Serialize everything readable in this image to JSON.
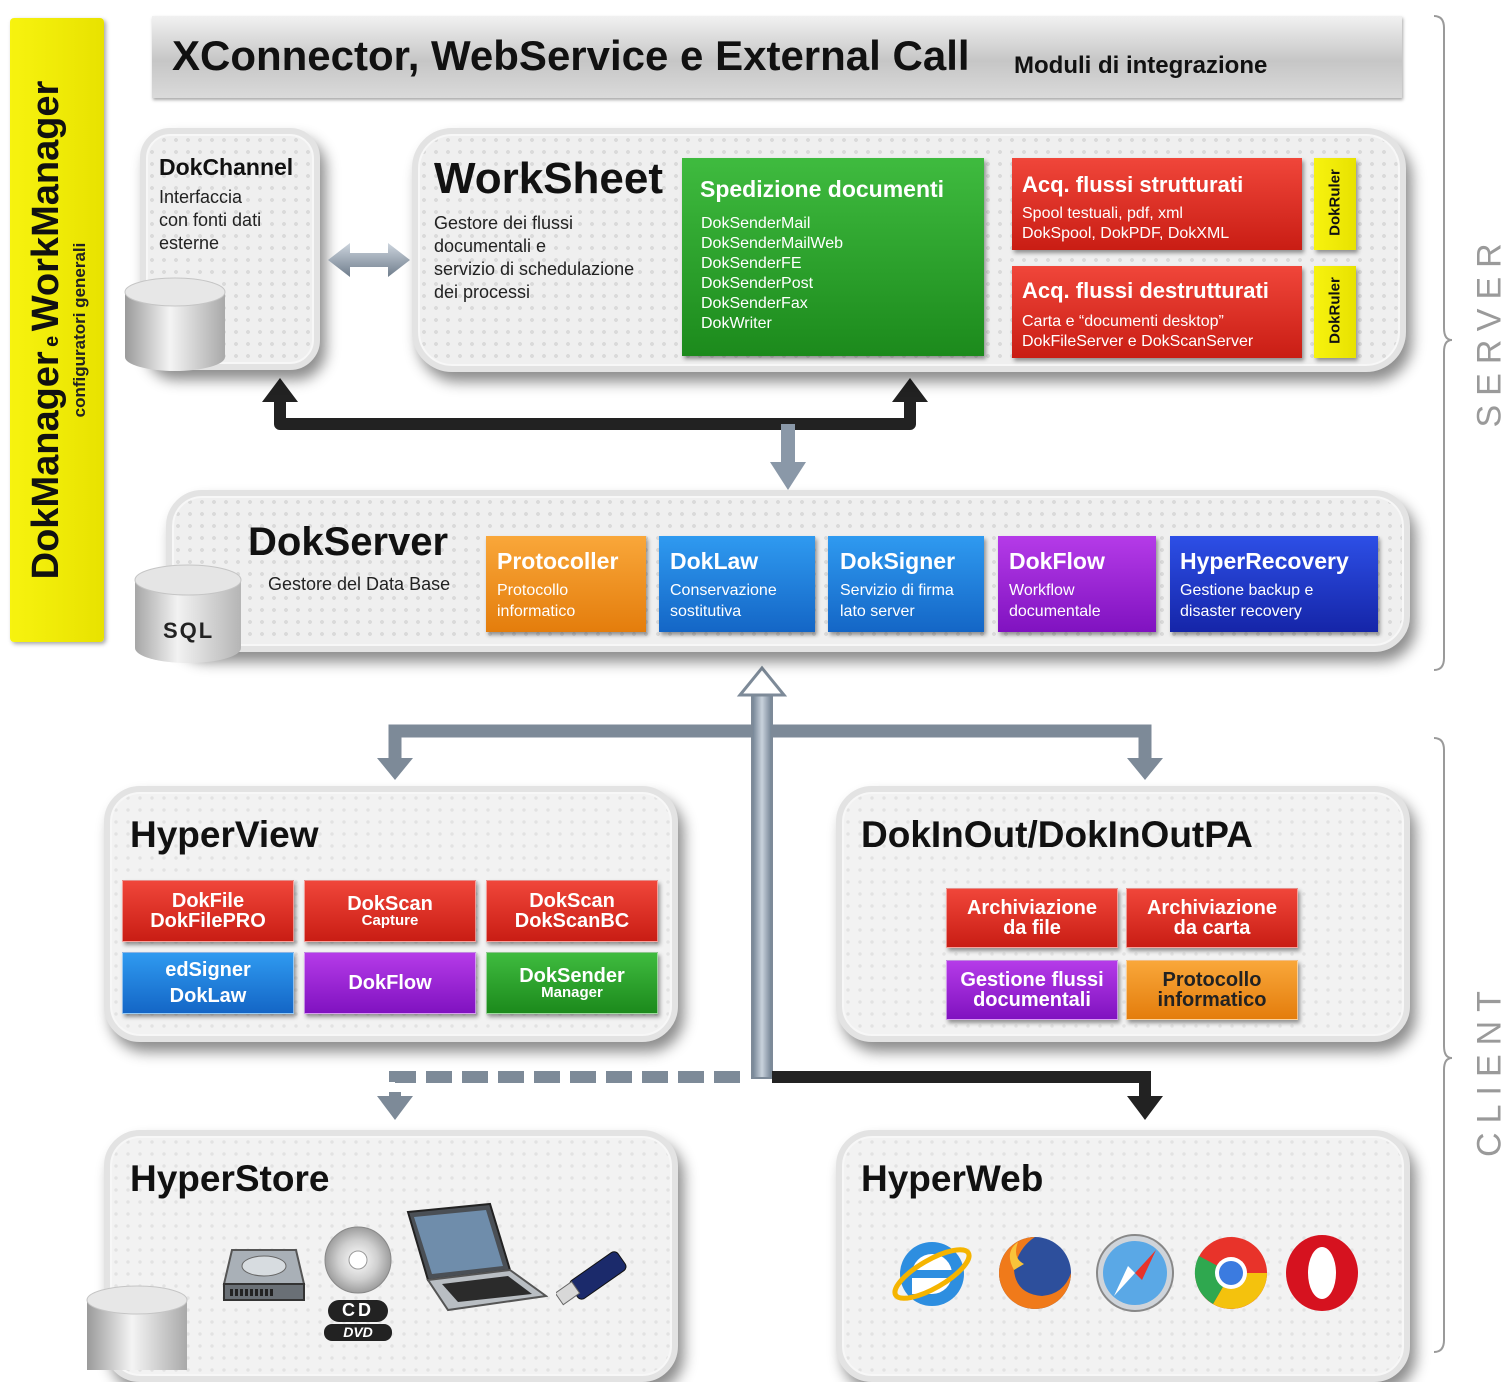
{
  "header": {
    "title": "XConnector, WebService e External Call",
    "subtitle": "Moduli di integrazione"
  },
  "side_bar": {
    "title_a": "DokManager",
    "title_e": "e",
    "title_b": "WorkManager",
    "subtitle": "configuratori generali"
  },
  "side_labels": {
    "server": "SERVER",
    "client": "CLIENT"
  },
  "dokchannel": {
    "title": "DokChannel",
    "desc": [
      "Interfaccia",
      "con fonti dati",
      "esterne"
    ]
  },
  "worksheet": {
    "title": "WorkSheet",
    "desc": [
      "Gestore dei flussi",
      "documentali e",
      "servizio di schedulazione",
      "dei processi"
    ],
    "spedizione": {
      "title": "Spedizione documenti",
      "items": [
        "DokSenderMail",
        "DokSenderMailWeb",
        "DokSenderFE",
        "DokSenderPost",
        "DokSenderFax",
        "DokWriter"
      ]
    },
    "acq_strutturati": {
      "title": "Acq. flussi strutturati",
      "lines": [
        "Spool testuali, pdf, xml",
        "DokSpool, DokPDF, DokXML"
      ]
    },
    "acq_destrutturati": {
      "title": "Acq. flussi destrutturati",
      "lines": [
        "Carta e “documenti desktop”",
        "DokFileServer e DokScanServer"
      ]
    },
    "dokruler": "DokRuler"
  },
  "dokserver": {
    "title": "DokServer",
    "desc": "Gestore del Data Base",
    "sql": "SQL",
    "modules": [
      {
        "title": "Protocoller",
        "lines": [
          "Protocollo",
          "informatico"
        ],
        "color": "#f29a26"
      },
      {
        "title": "DokLaw",
        "lines": [
          "Conservazione",
          "sostitutiva"
        ],
        "color": "#2187e0"
      },
      {
        "title": "DokSigner",
        "lines": [
          "Servizio di firma",
          "lato server"
        ],
        "color": "#2187e0"
      },
      {
        "title": "DokFlow",
        "lines": [
          "Workflow",
          "documentale"
        ],
        "color": "#9e25d6"
      },
      {
        "title": "HyperRecovery",
        "lines": [
          "Gestione backup e",
          "disaster recovery"
        ],
        "color": "#1f3bd0"
      }
    ]
  },
  "hyperview": {
    "title": "HyperView",
    "buttons": [
      {
        "l1": "DokFile",
        "l2": "DokFilePRO"
      },
      {
        "l1": "DokScan",
        "l2": "Capture"
      },
      {
        "l1": "DokScan",
        "l2": "DokScanBC"
      },
      {
        "l1": "edSigner",
        "l2": "DokLaw"
      },
      {
        "l1": "DokFlow",
        "l2": ""
      },
      {
        "l1": "DokSender",
        "l2": "Manager"
      }
    ]
  },
  "dokinout": {
    "title": "DokInOut/DokInOutPA",
    "buttons": [
      {
        "l1": "Archiviazione",
        "l2": "da file"
      },
      {
        "l1": "Archiviazione",
        "l2": "da carta"
      },
      {
        "l1": "Gestione flussi",
        "l2": "documentali"
      },
      {
        "l1": "Protocollo",
        "l2": "informatico"
      }
    ]
  },
  "hyperstore": {
    "title": "HyperStore",
    "icons": [
      "hard-disk-icon",
      "cd-dvd-icon",
      "laptop-icon",
      "usb-drive-icon"
    ],
    "cd_label": "CD",
    "dvd_label": "DVD"
  },
  "hyperweb": {
    "title": "HyperWeb",
    "icons": [
      "internet-explorer-icon",
      "firefox-icon",
      "safari-icon",
      "chrome-icon",
      "opera-icon"
    ]
  }
}
